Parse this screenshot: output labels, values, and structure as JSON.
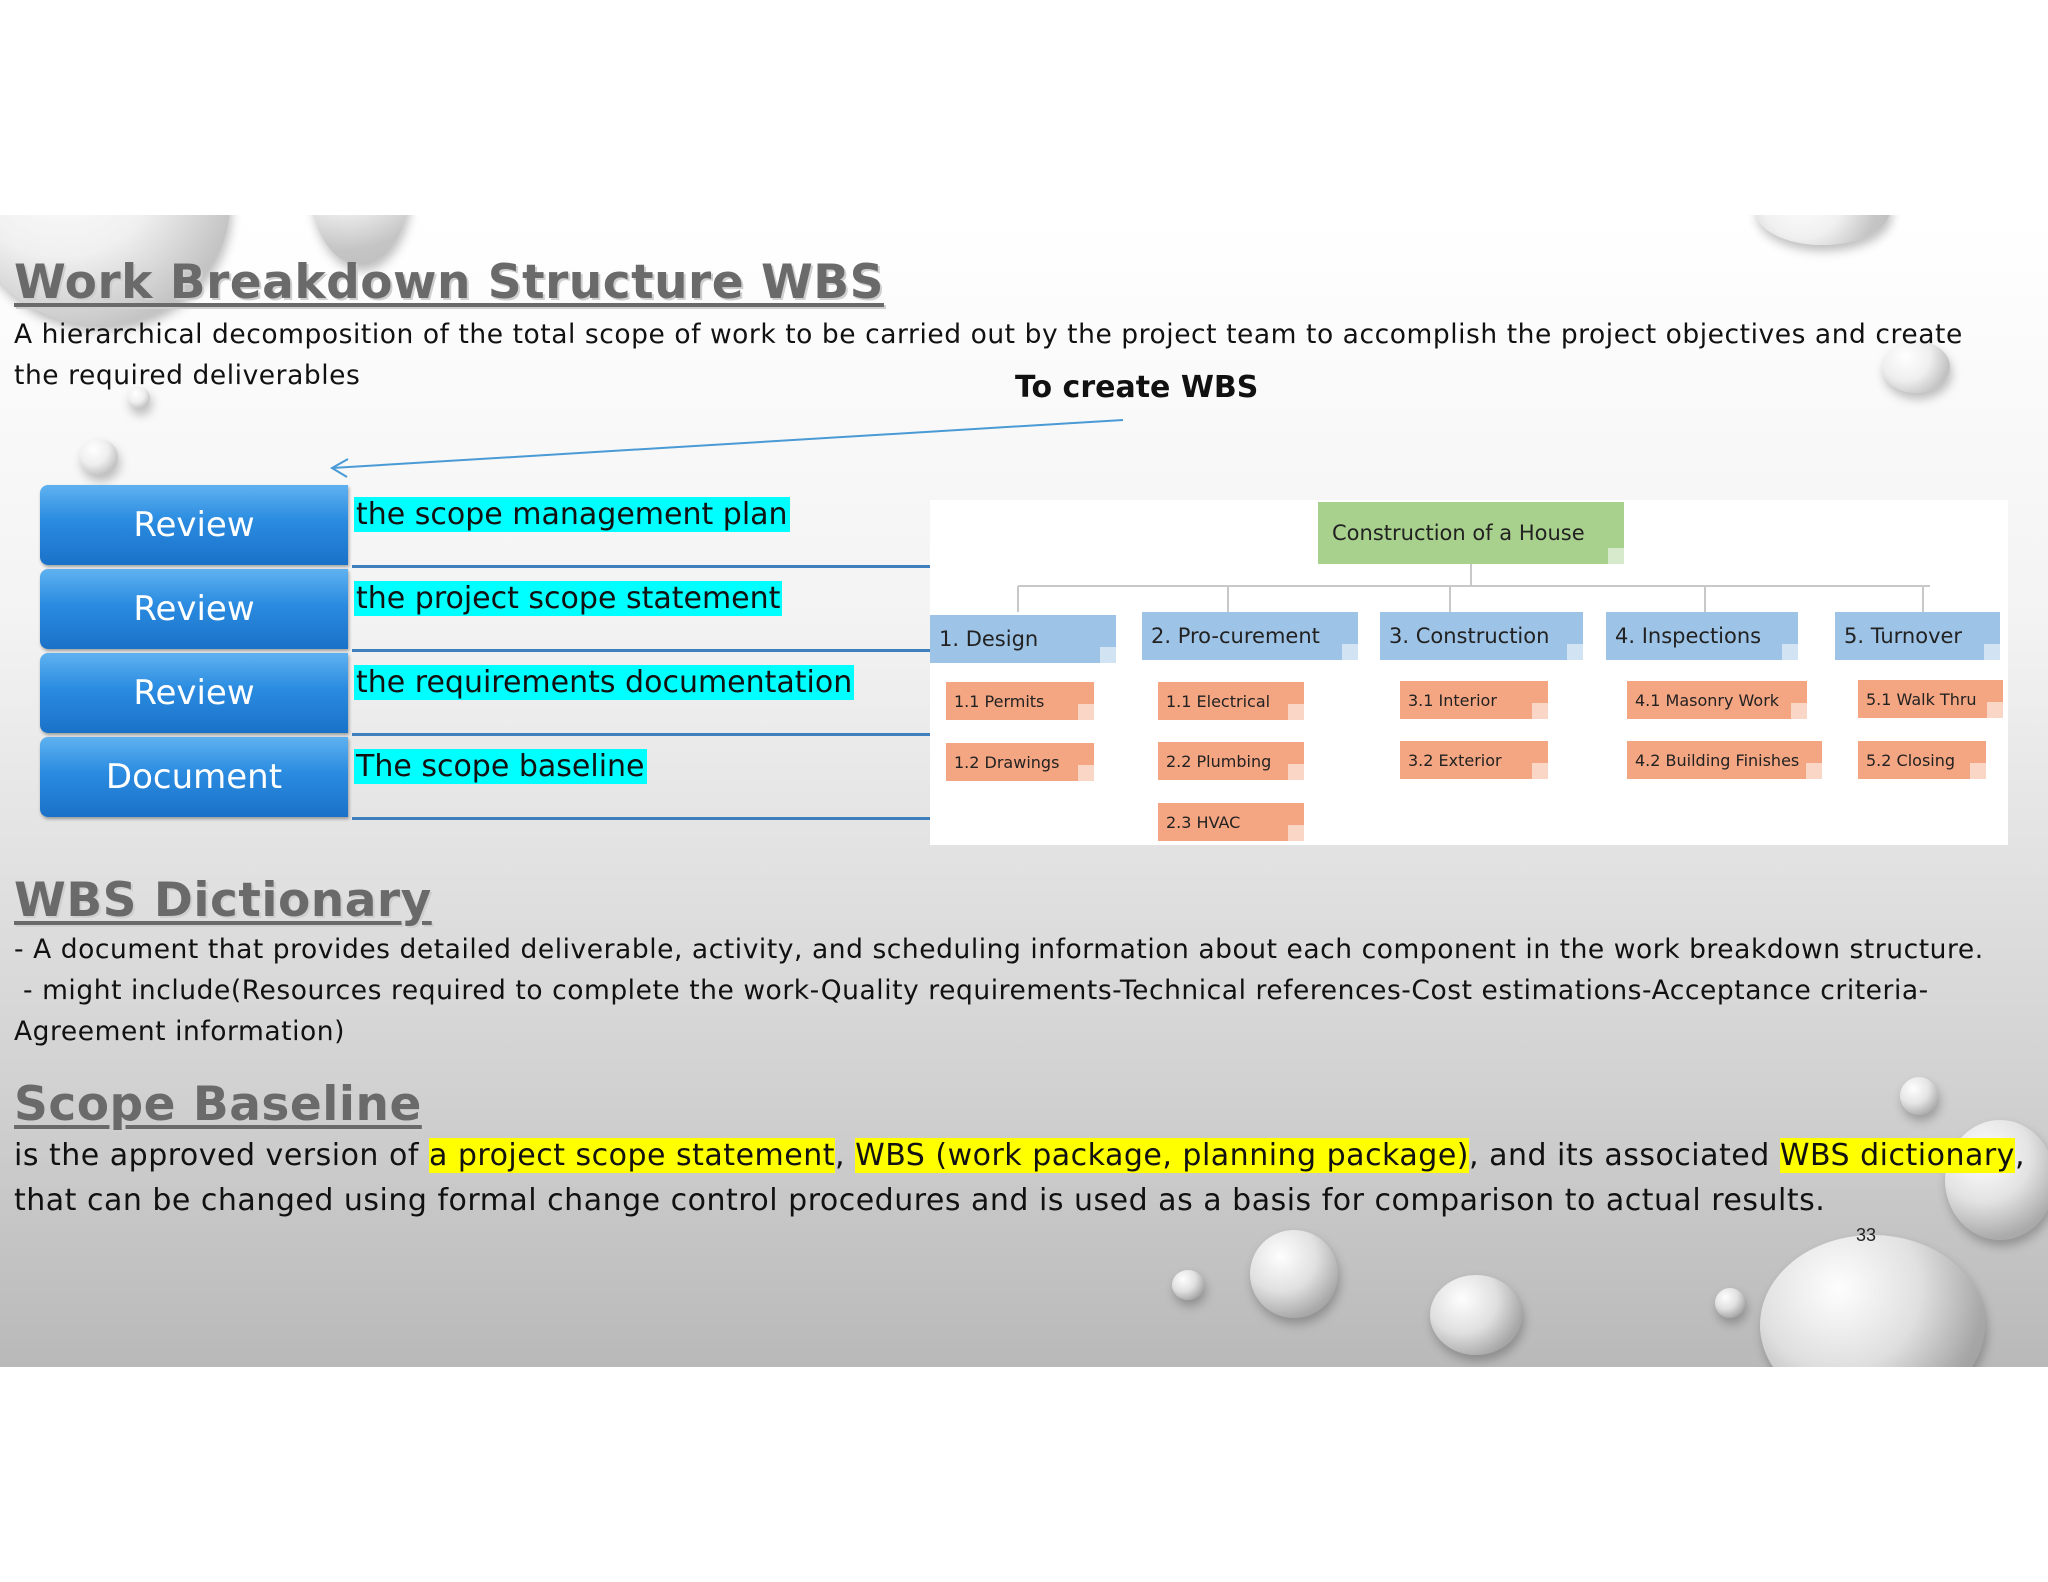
{
  "slide": {
    "wbs_section": {
      "title": "Work Breakdown Structure WBS",
      "definition": "A hierarchical decomposition of the total scope of work to be carried out by the project team to accomplish the project objectives and create the required deliverables"
    },
    "process": {
      "label": "To create WBS",
      "steps": [
        {
          "action": "Review",
          "detail": "the scope management plan"
        },
        {
          "action": "Review",
          "detail": "the project scope statement"
        },
        {
          "action": "Review",
          "detail": "the requirements documentation"
        },
        {
          "action": "Document",
          "detail": "The scope baseline"
        }
      ]
    },
    "wbs_chart": {
      "root": "Construction of a House",
      "branches": [
        {
          "label": "1. Design",
          "children": [
            "1.1 Permits",
            "1.2 Drawings"
          ]
        },
        {
          "label": "2. Pro-curement",
          "children": [
            "1.1 Electrical",
            "2.2 Plumbing",
            "2.3 HVAC"
          ]
        },
        {
          "label": "3. Construction",
          "children": [
            "3.1 Interior",
            "3.2 Exterior"
          ]
        },
        {
          "label": "4. Inspections",
          "children": [
            "4.1 Masonry Work",
            "4.2 Building Finishes"
          ]
        },
        {
          "label": "5. Turnover",
          "children": [
            "5.1 Walk Thru",
            "5.2 Closing"
          ]
        }
      ]
    },
    "dictionary_section": {
      "title": "WBS Dictionary",
      "line1": "- A document that provides detailed deliverable, activity, and scheduling information about each component in the work breakdown structure.",
      "line2": " - might include(Resources required to complete the work-Quality requirements-Technical references-Cost estimations-Acceptance criteria-Agreement information)"
    },
    "baseline_section": {
      "title": "Scope Baseline",
      "text_1": "is the approved version of ",
      "highlight_1": "a project scope statement",
      "text_2": ", ",
      "highlight_2": "WBS (work package, planning package)",
      "text_3": ", and its associated ",
      "highlight_3": "WBS dictionary",
      "text_4": ", that can be changed using formal change control procedures and is used as a basis for comparison to actual results."
    },
    "page_number": "33",
    "colors": {
      "step_box": "#2a8be0",
      "highlight_cyan": "#00ffff",
      "highlight_yellow": "#ffff00",
      "root_node": "#a9d18e",
      "level1_node": "#9dc3e6",
      "level2_node": "#f4a582"
    }
  }
}
